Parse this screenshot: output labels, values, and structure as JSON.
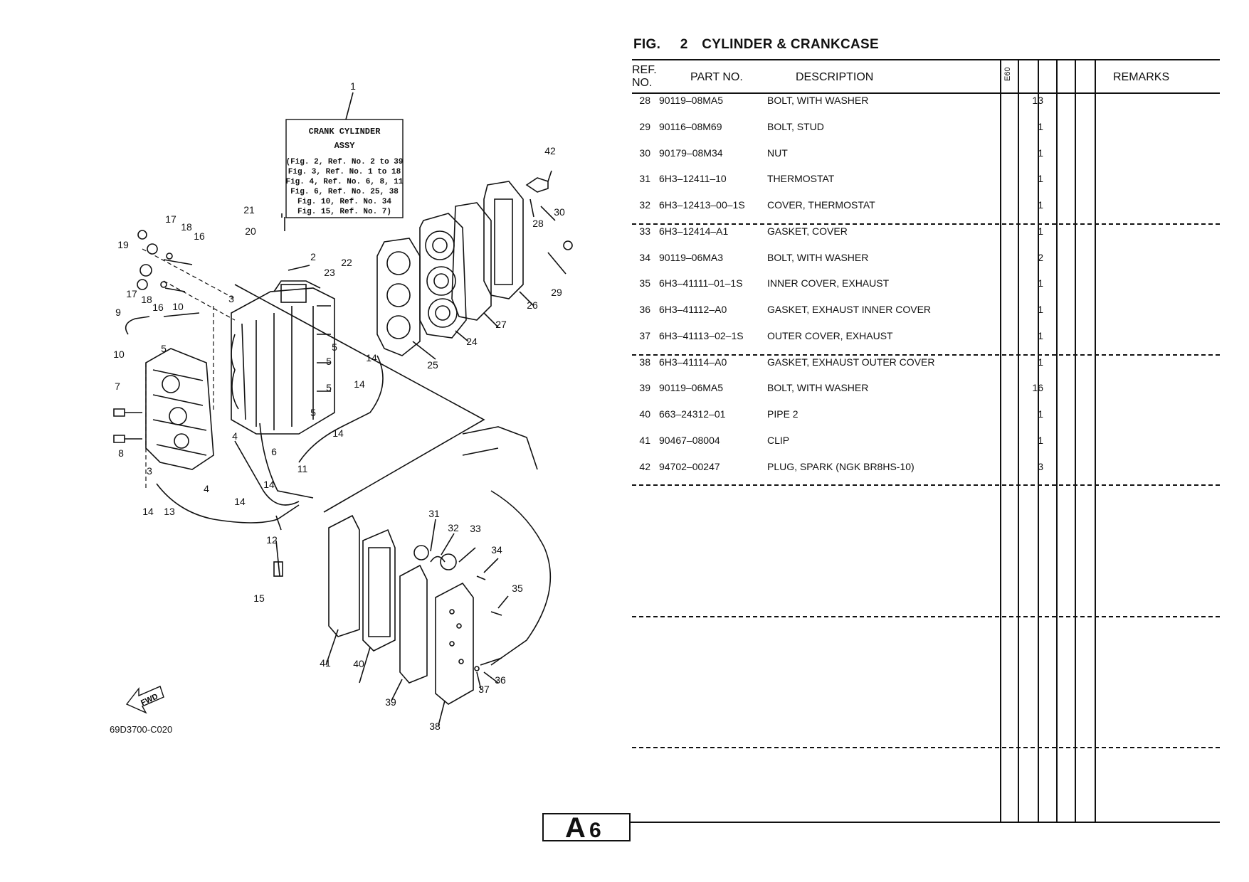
{
  "figure": {
    "label": "FIG.",
    "number": "2",
    "title": "CYLINDER & CRANKCASE"
  },
  "table_header": {
    "ref_line1": "REF.",
    "ref_line2": "NO.",
    "part_no": "PART NO.",
    "description": "DESCRIPTION",
    "model": "E60",
    "remarks": "REMARKS"
  },
  "rows": [
    {
      "ref": "28",
      "part": "90119–08MA5",
      "desc": "BOLT, WITH WASHER",
      "qty": "13"
    },
    {
      "ref": "29",
      "part": "90116–08M69",
      "desc": "BOLT, STUD",
      "qty": "1"
    },
    {
      "ref": "30",
      "part": "90179–08M34",
      "desc": "NUT",
      "qty": "1"
    },
    {
      "ref": "31",
      "part": "6H3–12411–10",
      "desc": "THERMOSTAT",
      "qty": "1"
    },
    {
      "ref": "32",
      "part": "6H3–12413–00–1S",
      "desc": "COVER, THERMOSTAT",
      "qty": "1"
    },
    {
      "ref": "33",
      "part": "6H3–12414–A1",
      "desc": "GASKET, COVER",
      "qty": "1"
    },
    {
      "ref": "34",
      "part": "90119–06MA3",
      "desc": "BOLT, WITH WASHER",
      "qty": "2"
    },
    {
      "ref": "35",
      "part": "6H3–41111–01–1S",
      "desc": "INNER COVER, EXHAUST",
      "qty": "1"
    },
    {
      "ref": "36",
      "part": "6H3–41112–A0",
      "desc": "GASKET, EXHAUST INNER COVER",
      "qty": "1"
    },
    {
      "ref": "37",
      "part": "6H3–41113–02–1S",
      "desc": "OUTER COVER, EXHAUST",
      "qty": "1"
    },
    {
      "ref": "38",
      "part": "6H3–41114–A0",
      "desc": "GASKET, EXHAUST OUTER COVER",
      "qty": "1"
    },
    {
      "ref": "39",
      "part": "90119–06MA5",
      "desc": "BOLT, WITH WASHER",
      "qty": "16"
    },
    {
      "ref": "40",
      "part": "663–24312–01",
      "desc": "PIPE 2",
      "qty": "1"
    },
    {
      "ref": "41",
      "part": "90467–08004",
      "desc": "CLIP",
      "qty": "1"
    },
    {
      "ref": "42",
      "part": "94702–00247",
      "desc": "PLUG, SPARK (NGK BR8HS-10)",
      "qty": "3"
    }
  ],
  "callout_box": {
    "line1": "CRANK CYLINDER",
    "line2": "ASSY",
    "lines": [
      "(Fig. 2, Ref. No. 2 to 39",
      "Fig. 3, Ref. No. 1 to 18",
      "Fig. 4, Ref. No. 6, 8, 11",
      "Fig. 6, Ref. No. 25, 38",
      "Fig. 10, Ref. No. 34",
      "Fig. 15, Ref. No. 7)"
    ]
  },
  "diagram_code": "69D3700-C020",
  "fwd_label": "FWD",
  "page": {
    "letter": "A",
    "number": "6"
  },
  "part_labels": [
    {
      "t": "1"
    },
    {
      "t": "2"
    },
    {
      "t": "3"
    },
    {
      "t": "3"
    },
    {
      "t": "4"
    },
    {
      "t": "4"
    },
    {
      "t": "5"
    },
    {
      "t": "5"
    },
    {
      "t": "5"
    },
    {
      "t": "5"
    },
    {
      "t": "5"
    },
    {
      "t": "6"
    },
    {
      "t": "7"
    },
    {
      "t": "8"
    },
    {
      "t": "9"
    },
    {
      "t": "10"
    },
    {
      "t": "10"
    },
    {
      "t": "11"
    },
    {
      "t": "12"
    },
    {
      "t": "13"
    },
    {
      "t": "14"
    },
    {
      "t": "14"
    },
    {
      "t": "14"
    },
    {
      "t": "14"
    },
    {
      "t": "14"
    },
    {
      "t": "14"
    },
    {
      "t": "15"
    },
    {
      "t": "16"
    },
    {
      "t": "16"
    },
    {
      "t": "17"
    },
    {
      "t": "17"
    },
    {
      "t": "18"
    },
    {
      "t": "18"
    },
    {
      "t": "19"
    },
    {
      "t": "20"
    },
    {
      "t": "21"
    },
    {
      "t": "22"
    },
    {
      "t": "23"
    },
    {
      "t": "24"
    },
    {
      "t": "25"
    },
    {
      "t": "26"
    },
    {
      "t": "27"
    },
    {
      "t": "28"
    },
    {
      "t": "29"
    },
    {
      "t": "30"
    },
    {
      "t": "31"
    },
    {
      "t": "32"
    },
    {
      "t": "33"
    },
    {
      "t": "34"
    },
    {
      "t": "35"
    },
    {
      "t": "36"
    },
    {
      "t": "37"
    },
    {
      "t": "38"
    },
    {
      "t": "39"
    },
    {
      "t": "40"
    },
    {
      "t": "41"
    },
    {
      "t": "42"
    }
  ]
}
